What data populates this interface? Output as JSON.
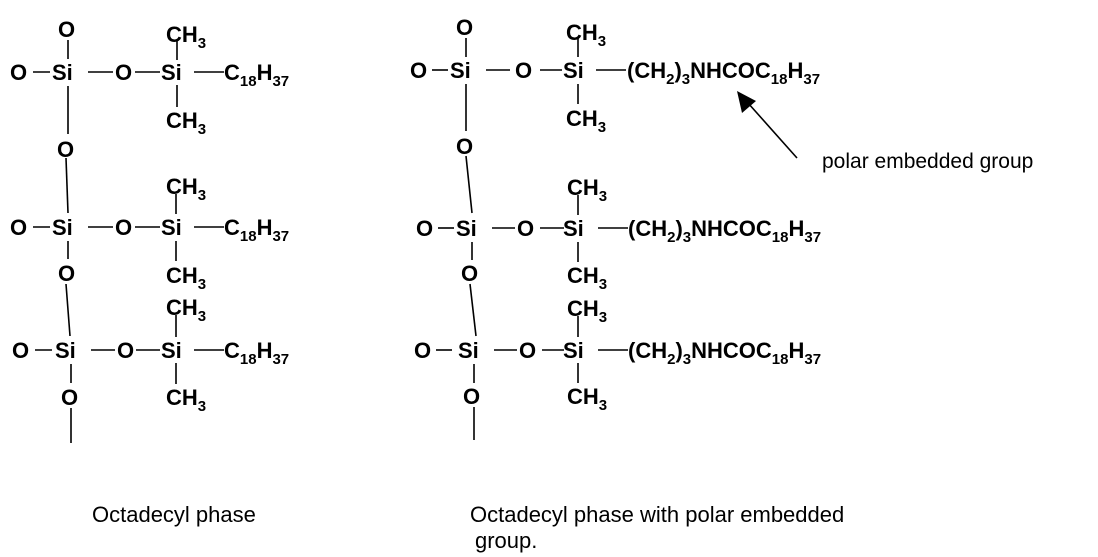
{
  "atoms": {
    "oxygen": "O",
    "silicon": "Si"
  },
  "groups": {
    "methyl": {
      "main": "CH",
      "sub": "3"
    },
    "octadecyl": {
      "c": "C",
      "c_sub": "18",
      "h": "H",
      "h_sub": "37"
    },
    "amide_chain": {
      "open": "(CH",
      "open_sub": "2",
      "mid": ")",
      "mid_sub": "3",
      "body": "NHCOC",
      "c_sub": "18",
      "h": "H",
      "h_sub": "37"
    }
  },
  "annotation": {
    "label": "polar embedded group"
  },
  "captions": {
    "left": "Octadecyl phase",
    "right_line1": "Octadecyl phase with polar embedded",
    "right_line2": "group."
  },
  "colors": {
    "ink": "#000000",
    "background": "#ffffff"
  }
}
